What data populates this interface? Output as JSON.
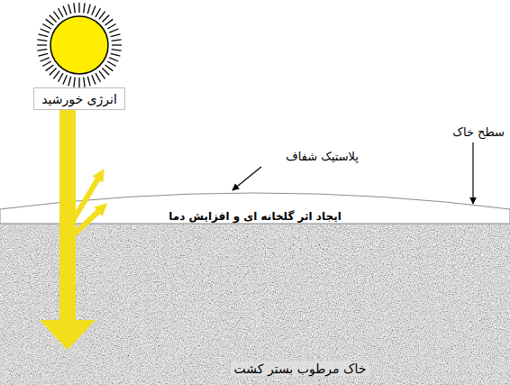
{
  "diagram": {
    "nodes": [
      {
        "text": [
          "انرژی خورشید"
        ]
      },
      {
        "text": [
          "ایجاد اثر گلخانه ای و افزایش دما"
        ]
      },
      {
        "text": [
          "خاک مرطوب بستر کشت"
        ]
      }
    ],
    "labels": [
      "پلاستیک شفاف",
      "سطح خاک"
    ]
  }
}
